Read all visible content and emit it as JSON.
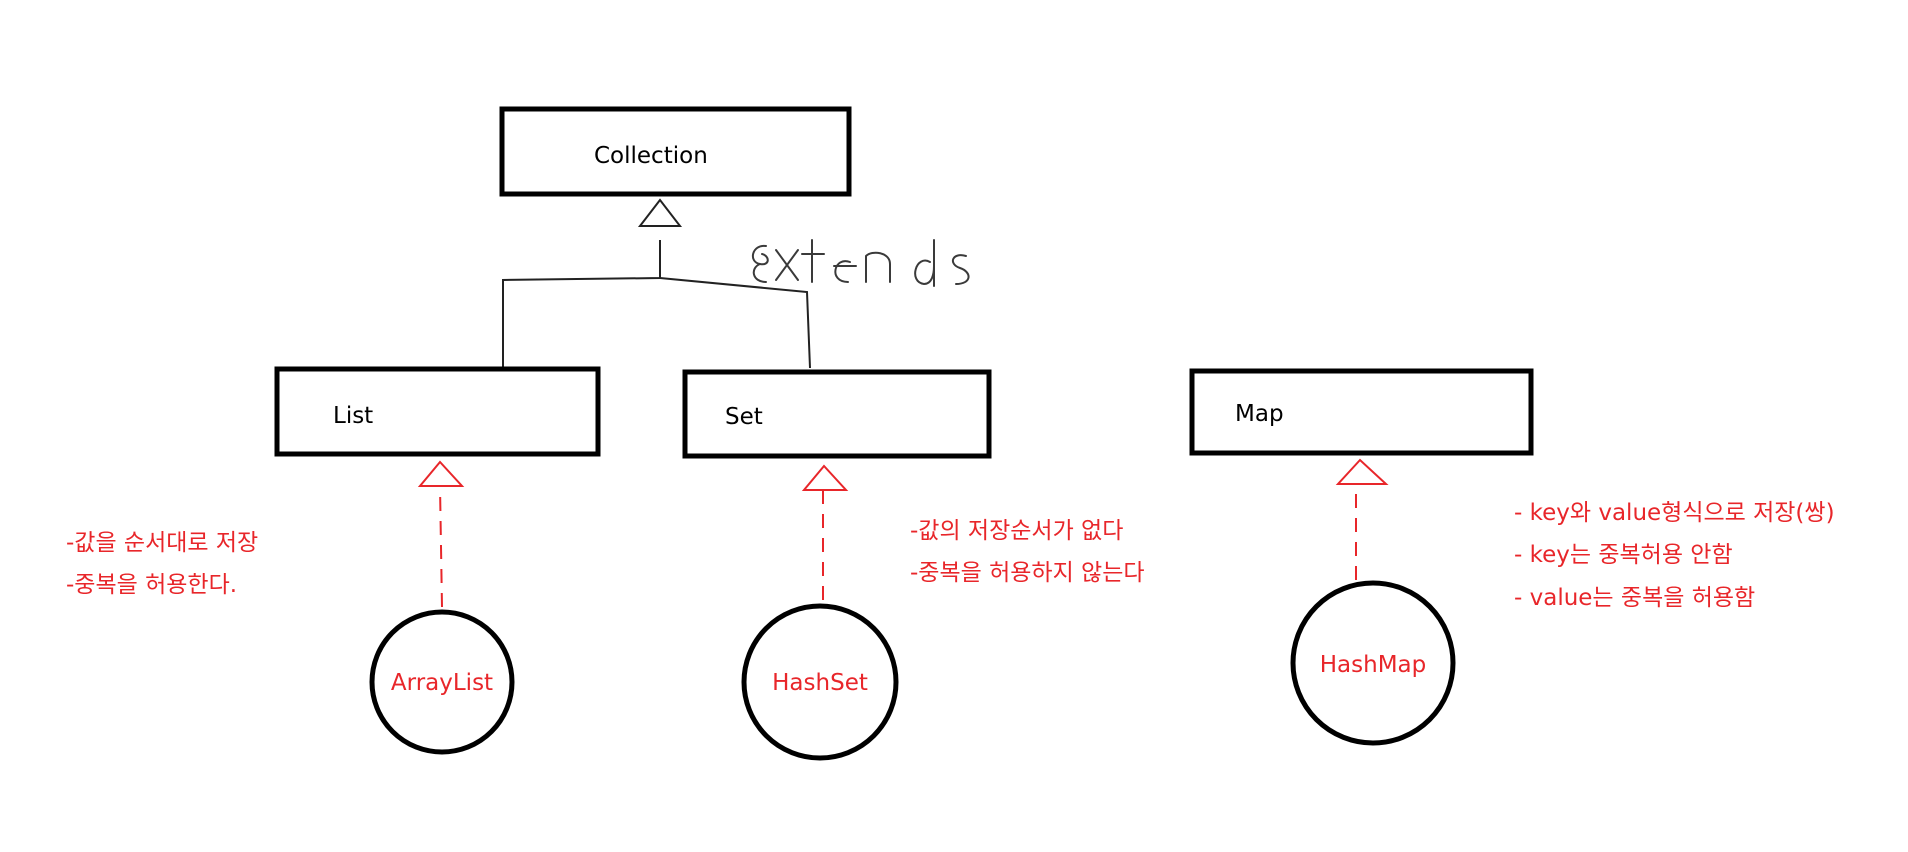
{
  "boxes": {
    "collection": "Collection",
    "list": "List",
    "set": "Set",
    "map": "Map"
  },
  "circles": {
    "arraylist": "ArrayList",
    "hashset": "HashSet",
    "hashmap": "HashMap"
  },
  "annotation": "extends",
  "notes": {
    "list": [
      "-값을 순서대로 저장",
      "-중복을 허용한다."
    ],
    "set": [
      "-값의 저장순서가 없다",
      "-중복을 허용하지 않는다"
    ],
    "map": [
      "- key와 value형식으로 저장(쌍)",
      "- key는 중복허용 안함",
      "- value는 중복을 허용함"
    ]
  },
  "colors": {
    "outline": "#000000",
    "implementation": "#e8262a"
  }
}
